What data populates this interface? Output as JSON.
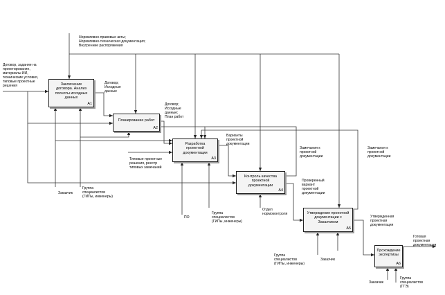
{
  "boxes": [
    {
      "title": "Заключение\nдоговора. Анализ\nполноты исходных\nданных",
      "id": "A1"
    },
    {
      "title": "Планирование работ",
      "id": "A2"
    },
    {
      "title": "Разработка\nпроектной\nдокументации",
      "id": "A3"
    },
    {
      "title": "Контроль качества\nпроектной\nдокументации",
      "id": "A4"
    },
    {
      "title": "Утверждение проектной\nдокументации с\nЗаказчиком",
      "id": "A5"
    },
    {
      "title": "Прохождение\nэкспертизы",
      "id": "A6"
    }
  ],
  "labels": {
    "controls_top": "Нормативно-правовые акты;\nНормативно-техническая документация;\nВнутренние распоряжения",
    "input_main": "Договор, задание на\nпроектирование,\nматериалы ИИ,\nтехнические условия,\nтиповые проектные\nрешения",
    "a1_out": "Договор;\nИсходные\nданные",
    "a2_out": "Договор;\nИсходные\nданные;\nПлан работ",
    "a3_out": "Варианты\nпроектной\nдокументации",
    "typical": "Типовые проектные\nрешения, реестр\nтиповых замечаний",
    "remarks_a4": "Замечания к\nпроектной\nдокументации",
    "remarks_a5": "Замечания к\nпроектной\nдокументации",
    "checked": "Проверенный\nвариант\nпроектной\nдокументации",
    "approved": "Утвержденная\nпроектная\nдокументация",
    "final": "Готовая\nпроектная\nдокументация",
    "zakazchik_1": "Заказчик",
    "group_1": "Группа\nспециалистов\n(ГИПы, инженеры)",
    "po": "ПО",
    "group_3": "Группа\nспециалистов\n(ГИПы, инженеры)",
    "otdel": "Отдел\nнормоконтроля",
    "group_5": "Группа\nспециалистов\n(ГИПы, инженеры)",
    "zakazchik_5": "Заказчик",
    "zakazchik_6": "Заказчик",
    "group_6": "Группа\nспециалистов\n(ГГЭ)"
  }
}
